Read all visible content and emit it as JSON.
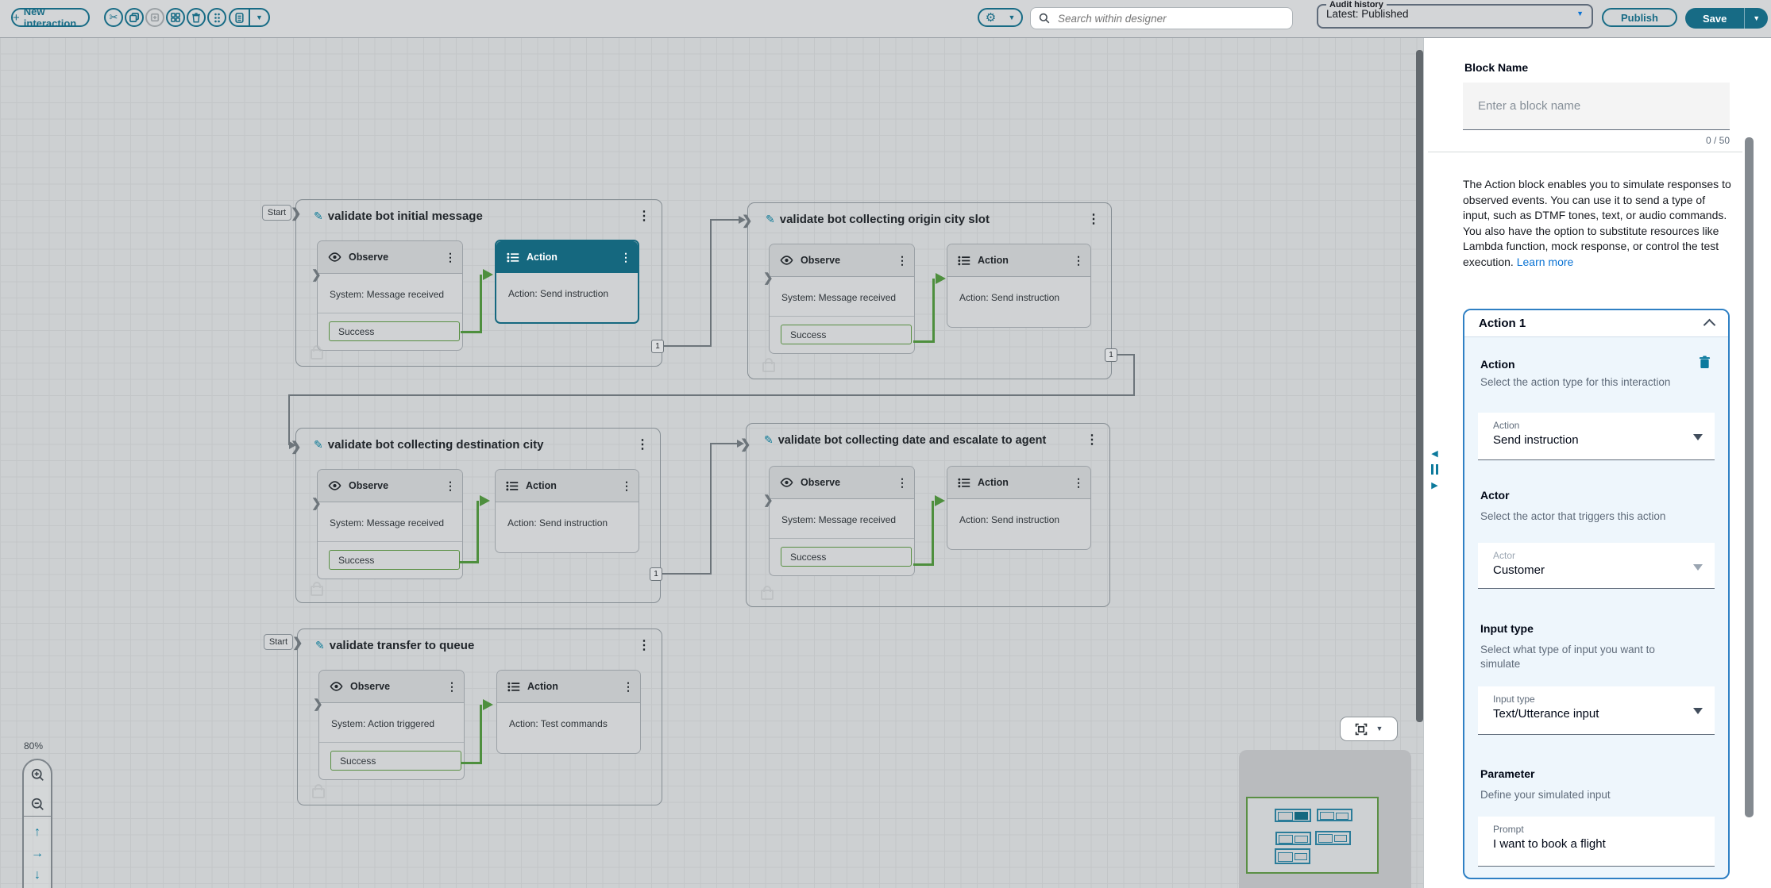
{
  "toolbar": {
    "new_interaction_label": "New interaction",
    "icons": [
      "cut",
      "copy",
      "paste",
      "group-blocks",
      "delete",
      "drag-handle",
      "snippet",
      "snippet-dropdown",
      "settings",
      "settings-dropdown"
    ],
    "search_placeholder": "Search within designer",
    "audit_history": {
      "label": "Audit history",
      "value": "Latest: Published"
    },
    "publish_label": "Publish",
    "save_label": "Save"
  },
  "canvas": {
    "zoom_level": "80%",
    "groups": [
      {
        "start_label": "Start",
        "title": "validate bot initial message",
        "observe": {
          "title": "Observe",
          "body": "System: Message received",
          "port": "Success"
        },
        "action": {
          "title": "Action",
          "body": "Action: Send instruction",
          "selected": true
        },
        "badge": "1"
      },
      {
        "title": "validate bot collecting origin city slot",
        "observe": {
          "title": "Observe",
          "body": "System: Message received",
          "port": "Success"
        },
        "action": {
          "title": "Action",
          "body": "Action: Send instruction",
          "selected": false
        },
        "badge": "1"
      },
      {
        "title": "validate bot collecting destination city",
        "observe": {
          "title": "Observe",
          "body": "System: Message received",
          "port": "Success"
        },
        "action": {
          "title": "Action",
          "body": "Action: Send instruction",
          "selected": false
        },
        "badge": "1"
      },
      {
        "title": "validate bot collecting date and escalate to agent",
        "observe": {
          "title": "Observe",
          "body": "System: Message received",
          "port": "Success"
        },
        "action": {
          "title": "Action",
          "body": "Action: Send instruction",
          "selected": false
        }
      },
      {
        "start_label": "Start",
        "title": "validate transfer to queue",
        "observe": {
          "title": "Observe",
          "body": "System: Action triggered",
          "port": "Success"
        },
        "action": {
          "title": "Action",
          "body": "Action: Test commands",
          "selected": false
        }
      }
    ]
  },
  "panel": {
    "block_name_label": "Block Name",
    "block_name_placeholder": "Enter a block name",
    "char_count": "0 / 50",
    "description": "The Action block enables you to simulate responses to observed events. You can use it to send a type of input, such as DTMF tones, text, or audio commands. You also have the option to substitute resources like Lambda function, mock response, or control the test execution.",
    "learn_more_label": "Learn more",
    "accordion_title": "Action 1",
    "sections": {
      "action": {
        "heading": "Action",
        "subtext": "Select the action type for this interaction",
        "field_label": "Action",
        "value": "Send instruction"
      },
      "actor": {
        "heading": "Actor",
        "subtext": "Select the actor that triggers this action",
        "field_label": "Actor",
        "value": "Customer"
      },
      "input": {
        "heading": "Input type",
        "subtext": "Select what type of input you want to simulate",
        "field_label": "Input type",
        "value": "Text/Utterance input"
      },
      "parameter": {
        "heading": "Parameter",
        "subtext": "Define your simulated input",
        "field_label": "Prompt",
        "value": "I want to book a flight"
      }
    }
  },
  "colors": {
    "primary_teal": "#176b85",
    "selected_block_teal": "#15687f",
    "success_green": "#4e8f3e",
    "link_blue": "#0972d3",
    "accordion_border_blue": "#2f80c4",
    "canvas_bg": "#cdd0d2"
  }
}
